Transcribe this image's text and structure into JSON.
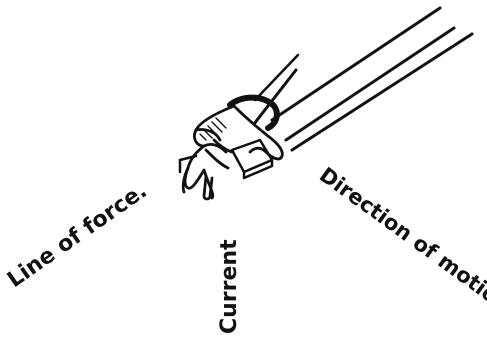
{
  "labels": {
    "line_of_force": "Line of force.",
    "current": "Current",
    "direction_of_motion": "Direction of motion"
  },
  "colors": {
    "ink": "#111111",
    "paper": "#ffffff"
  }
}
